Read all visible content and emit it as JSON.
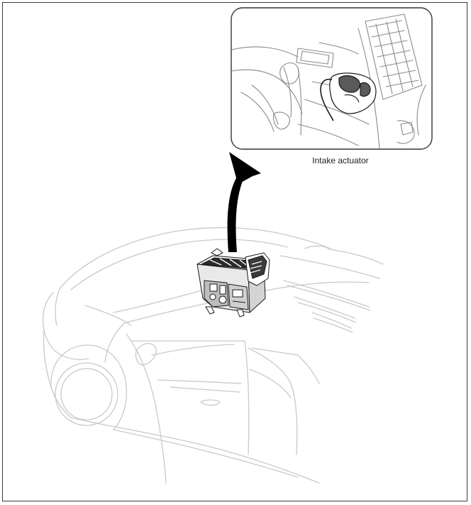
{
  "figure": {
    "callout_label": "Intake actuator",
    "colors": {
      "frame": "#3a3a3a",
      "vehicle_outline": "#c9c9c9",
      "callout_line": "#8a8a8a",
      "arrow": "#000000"
    },
    "icons": {
      "arrow": "curved-arrow-up",
      "component": "heater-blower-unit"
    }
  }
}
